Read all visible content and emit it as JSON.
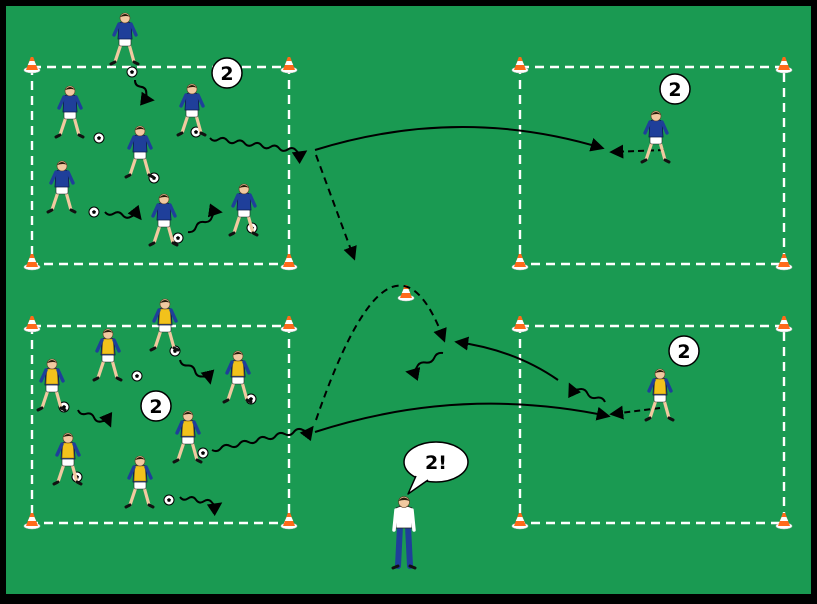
{
  "colors": {
    "pitch": "#1a9a52",
    "border": "#000000",
    "lines": "#ffffff",
    "team_a_shirt": "#1f3f9a",
    "team_b_shirt": "#f2c21c",
    "cone": "#ff6a1a",
    "arrow": "#000000"
  },
  "labels": {
    "grid_top_left": "2",
    "grid_top_right": "2",
    "grid_bottom_left": "2",
    "grid_bottom_right": "2",
    "coach_call": "2!"
  },
  "icons": {
    "cone": "training-cone-icon",
    "ball": "soccer-ball-icon",
    "player": "player-figure-icon",
    "coach": "coach-figure-icon"
  }
}
